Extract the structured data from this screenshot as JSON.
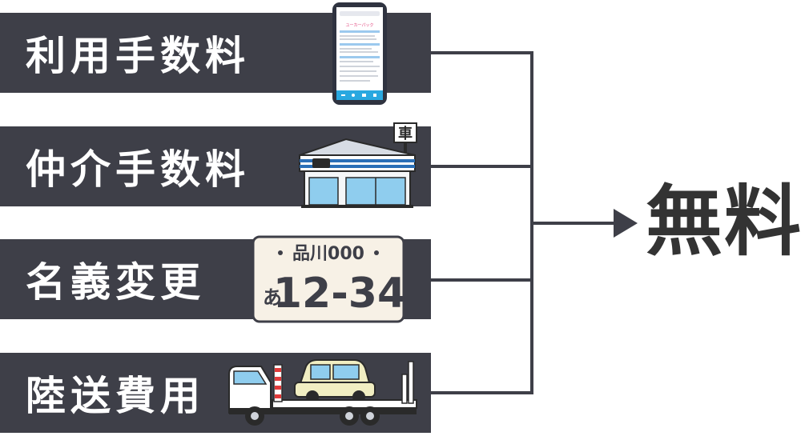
{
  "items": [
    {
      "label": "利用手数料",
      "icon": "smartphone-icon"
    },
    {
      "label": "仲介手数料",
      "icon": "store-icon"
    },
    {
      "label": "名義変更",
      "icon": "license-plate-icon"
    },
    {
      "label": "陸送費用",
      "icon": "tow-truck-icon"
    }
  ],
  "phone": {
    "app_name": "ユーカーパック"
  },
  "store": {
    "sign": "車"
  },
  "plate": {
    "region": "品川000",
    "kana": "あ",
    "number": "12-34"
  },
  "result": "無料",
  "colors": {
    "bar": "#3e3f48",
    "text": "#ffffff",
    "result": "#333333",
    "accent": "#29a8e0"
  }
}
